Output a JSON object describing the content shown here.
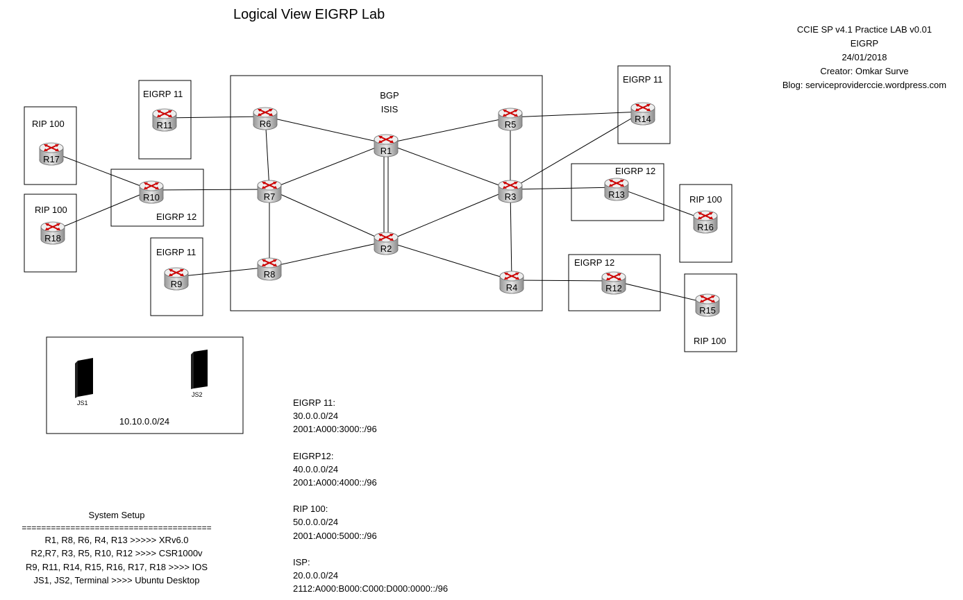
{
  "title": "Logical View EIGRP Lab",
  "info": {
    "line1": "CCIE SP v4.1 Practice LAB v0.01",
    "line2": "EIGRP",
    "line3": "24/01/2018",
    "line4": "Creator: Omkar Surve",
    "line5": "Blog: serviceproviderccie.wordpress.com"
  },
  "core": {
    "label1": "BGP",
    "label2": "ISIS"
  },
  "domains": {
    "r11_box": "EIGRP 11",
    "r17_box": "RIP 100",
    "r18_box": "RIP 100",
    "r10_box": "EIGRP 12",
    "r9_box": "EIGRP 11",
    "r14_box": "EIGRP 11",
    "r13_box": "EIGRP 12",
    "r16_box": "RIP 100",
    "r12_box": "EIGRP 12",
    "r15_box": "RIP 100"
  },
  "routers": [
    {
      "id": "R1"
    },
    {
      "id": "R2"
    },
    {
      "id": "R3"
    },
    {
      "id": "R4"
    },
    {
      "id": "R5"
    },
    {
      "id": "R6"
    },
    {
      "id": "R7"
    },
    {
      "id": "R8"
    },
    {
      "id": "R9"
    },
    {
      "id": "R10"
    },
    {
      "id": "R11"
    },
    {
      "id": "R12"
    },
    {
      "id": "R13"
    },
    {
      "id": "R14"
    },
    {
      "id": "R15"
    },
    {
      "id": "R16"
    },
    {
      "id": "R17"
    },
    {
      "id": "R18"
    }
  ],
  "links": [
    [
      "R11",
      "R6"
    ],
    [
      "R6",
      "R1"
    ],
    [
      "R6",
      "R7"
    ],
    [
      "R1",
      "R5"
    ],
    [
      "R1",
      "R3"
    ],
    [
      "R7",
      "R1"
    ],
    [
      "R7",
      "R2"
    ],
    [
      "R7",
      "R8"
    ],
    [
      "R10",
      "R7"
    ],
    [
      "R17",
      "R10"
    ],
    [
      "R18",
      "R10"
    ],
    [
      "R9",
      "R8"
    ],
    [
      "R8",
      "R2"
    ],
    [
      "R2",
      "R3"
    ],
    [
      "R2",
      "R4"
    ],
    [
      "R5",
      "R3"
    ],
    [
      "R3",
      "R4"
    ],
    [
      "R5",
      "R14"
    ],
    [
      "R3",
      "R14"
    ],
    [
      "R3",
      "R13"
    ],
    [
      "R13",
      "R16"
    ],
    [
      "R4",
      "R12"
    ],
    [
      "R12",
      "R15"
    ]
  ],
  "double_links": [
    [
      "R1",
      "R2"
    ]
  ],
  "jumpserver": {
    "js1": "JS1",
    "js2": "JS2",
    "subnet": "10.10.0.0/24"
  },
  "networks": [
    {
      "name": "EIGRP 11:",
      "ipv4": "30.0.0.0/24",
      "ipv6": "2001:A000:3000::/96"
    },
    {
      "name": "EIGRP12:",
      "ipv4": "40.0.0.0/24",
      "ipv6": "2001:A000:4000::/96"
    },
    {
      "name": "RIP 100:",
      "ipv4": "50.0.0.0/24",
      "ipv6": "2001:A000:5000::/96"
    },
    {
      "name": "ISP:",
      "ipv4": "20.0.0.0/24",
      "ipv6": "2112:A000:B000:C000:D000:0000::/96"
    }
  ],
  "system_setup": {
    "heading": "System Setup",
    "divider": "=======================================",
    "line1": "R1, R8, R6, R4, R13 >>>>> XRv6.0",
    "line2": "R2,R7, R3, R5, R10, R12 >>>> CSR1000v",
    "line3": "R9, R11, R14, R15, R16, R17, R18 >>>> IOS",
    "line4": "JS1, JS2, Terminal >>>> Ubuntu Desktop"
  },
  "colors": {
    "router_body": "#d9d9d9",
    "router_top": "#eeeeee",
    "arrow": "#cc0000",
    "line": "#000000"
  }
}
